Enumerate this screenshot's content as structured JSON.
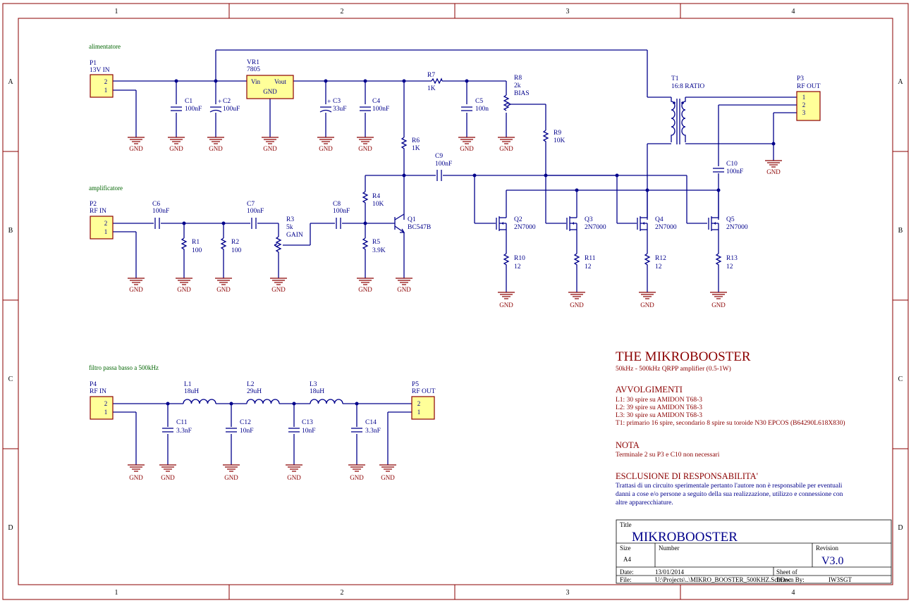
{
  "frame": {
    "columns": [
      "1",
      "2",
      "3",
      "4"
    ],
    "rows": [
      "A",
      "B",
      "C",
      "D"
    ]
  },
  "sections": {
    "power": "alimentatore",
    "amp": "amplificatore",
    "filter": "filtro passa basso a 500kHz"
  },
  "connectors": {
    "p1": {
      "ref": "P1",
      "name": "13V IN",
      "pins": [
        "2",
        "1"
      ]
    },
    "p2": {
      "ref": "P2",
      "name": "RF IN",
      "pins": [
        "2",
        "1"
      ]
    },
    "p3": {
      "ref": "P3",
      "name": "RF OUT",
      "pins": [
        "1",
        "2",
        "3"
      ]
    },
    "p4": {
      "ref": "P4",
      "name": "RF IN",
      "pins": [
        "2",
        "1"
      ]
    },
    "p5": {
      "ref": "P5",
      "name": "RF OUT",
      "pins": [
        "2",
        "1"
      ]
    }
  },
  "components": {
    "vr1": {
      "ref": "VR1",
      "value": "7805",
      "pin_in": "Vin",
      "pin_out": "Vout",
      "pin_gnd": "GND"
    },
    "c1": {
      "ref": "C1",
      "value": "100nF"
    },
    "c2": {
      "ref": "C2",
      "value": "100uF"
    },
    "c3": {
      "ref": "C3",
      "value": "33uF"
    },
    "c4": {
      "ref": "C4",
      "value": "100nF"
    },
    "r7": {
      "ref": "R7",
      "value": "1K"
    },
    "c5": {
      "ref": "C5",
      "value": "100n"
    },
    "r8": {
      "ref": "R8",
      "value": "2k",
      "extra": "BIAS"
    },
    "t1": {
      "ref": "T1",
      "value": "16:8 RATIO"
    },
    "r6": {
      "ref": "R6",
      "value": "1K"
    },
    "r9": {
      "ref": "R9",
      "value": "10K"
    },
    "c9": {
      "ref": "C9",
      "value": "100nF"
    },
    "c10": {
      "ref": "C10",
      "value": "100nF"
    },
    "c6": {
      "ref": "C6",
      "value": "100nF"
    },
    "c7": {
      "ref": "C7",
      "value": "100nF"
    },
    "c8": {
      "ref": "C8",
      "value": "100nF"
    },
    "r1": {
      "ref": "R1",
      "value": "100"
    },
    "r2": {
      "ref": "R2",
      "value": "100"
    },
    "r3": {
      "ref": "R3",
      "value": "5k",
      "extra": "GAIN"
    },
    "r4": {
      "ref": "R4",
      "value": "10K"
    },
    "r5": {
      "ref": "R5",
      "value": "3.9K"
    },
    "q1": {
      "ref": "Q1",
      "value": "BC547B"
    },
    "q2": {
      "ref": "Q2",
      "value": "2N7000"
    },
    "q3": {
      "ref": "Q3",
      "value": "2N7000"
    },
    "q4": {
      "ref": "Q4",
      "value": "2N7000"
    },
    "q5": {
      "ref": "Q5",
      "value": "2N7000"
    },
    "r10": {
      "ref": "R10",
      "value": "12"
    },
    "r11": {
      "ref": "R11",
      "value": "12"
    },
    "r12": {
      "ref": "R12",
      "value": "12"
    },
    "r13": {
      "ref": "R13",
      "value": "12"
    },
    "l1": {
      "ref": "L1",
      "value": "18uH"
    },
    "l2": {
      "ref": "L2",
      "value": "29uH"
    },
    "l3": {
      "ref": "L3",
      "value": "18uH"
    },
    "c11": {
      "ref": "C11",
      "value": "3.3nF"
    },
    "c12": {
      "ref": "C12",
      "value": "10nF"
    },
    "c13": {
      "ref": "C13",
      "value": "10nF"
    },
    "c14": {
      "ref": "C14",
      "value": "3.3nF"
    }
  },
  "gnd_label": "GND",
  "notes": {
    "title": "THE MIKROBOOSTER",
    "subtitle": "50kHz - 500kHz QRPP amplifier (0.5-1W)",
    "windings_heading": "AVVOLGIMENTI",
    "windings": [
      "L1: 30 spire su AMIDON T68-3",
      "L2: 39 spire su AMIDON T68-3",
      "L3: 30 spire su AMIDON T68-3",
      "T1: primario 16 spire, secondario 8 spire su toroide N30 EPCOS (B64290L618X830)"
    ],
    "note_heading": "NOTA",
    "note_text": "Terminale 2 su P3 e C10 non necessari",
    "disclaimer_heading": "ESCLUSIONE DI RESPONSABILITA'",
    "disclaimer": [
      "Trattasi di un circuito sperimentale pertanto l'autore non è responsabile per eventuali",
      "danni a cose e/o persone a seguito della sua realizzazione, utilizzo e connessione con",
      "altre apparecchiature."
    ]
  },
  "title_block": {
    "title_label": "Title",
    "title": "MIKROBOOSTER",
    "size_label": "Size",
    "size": "A4",
    "number_label": "Number",
    "revision_label": "Revision",
    "revision": "V3.0",
    "date_label": "Date:",
    "date": "13/01/2014",
    "sheet_label": "Sheet    of",
    "file_label": "File:",
    "file": "U:\\Projects\\..\\MIKRO_BOOSTER_500KHZ.SchDoc",
    "drawn_label": "Drawn By:",
    "drawn_by": "IW3SGT"
  },
  "colors": {
    "wire": "#00008b",
    "ground": "#8b0000",
    "connector_fill": "#ffff99",
    "section_label": "#006400",
    "notes": "#8b0000"
  }
}
